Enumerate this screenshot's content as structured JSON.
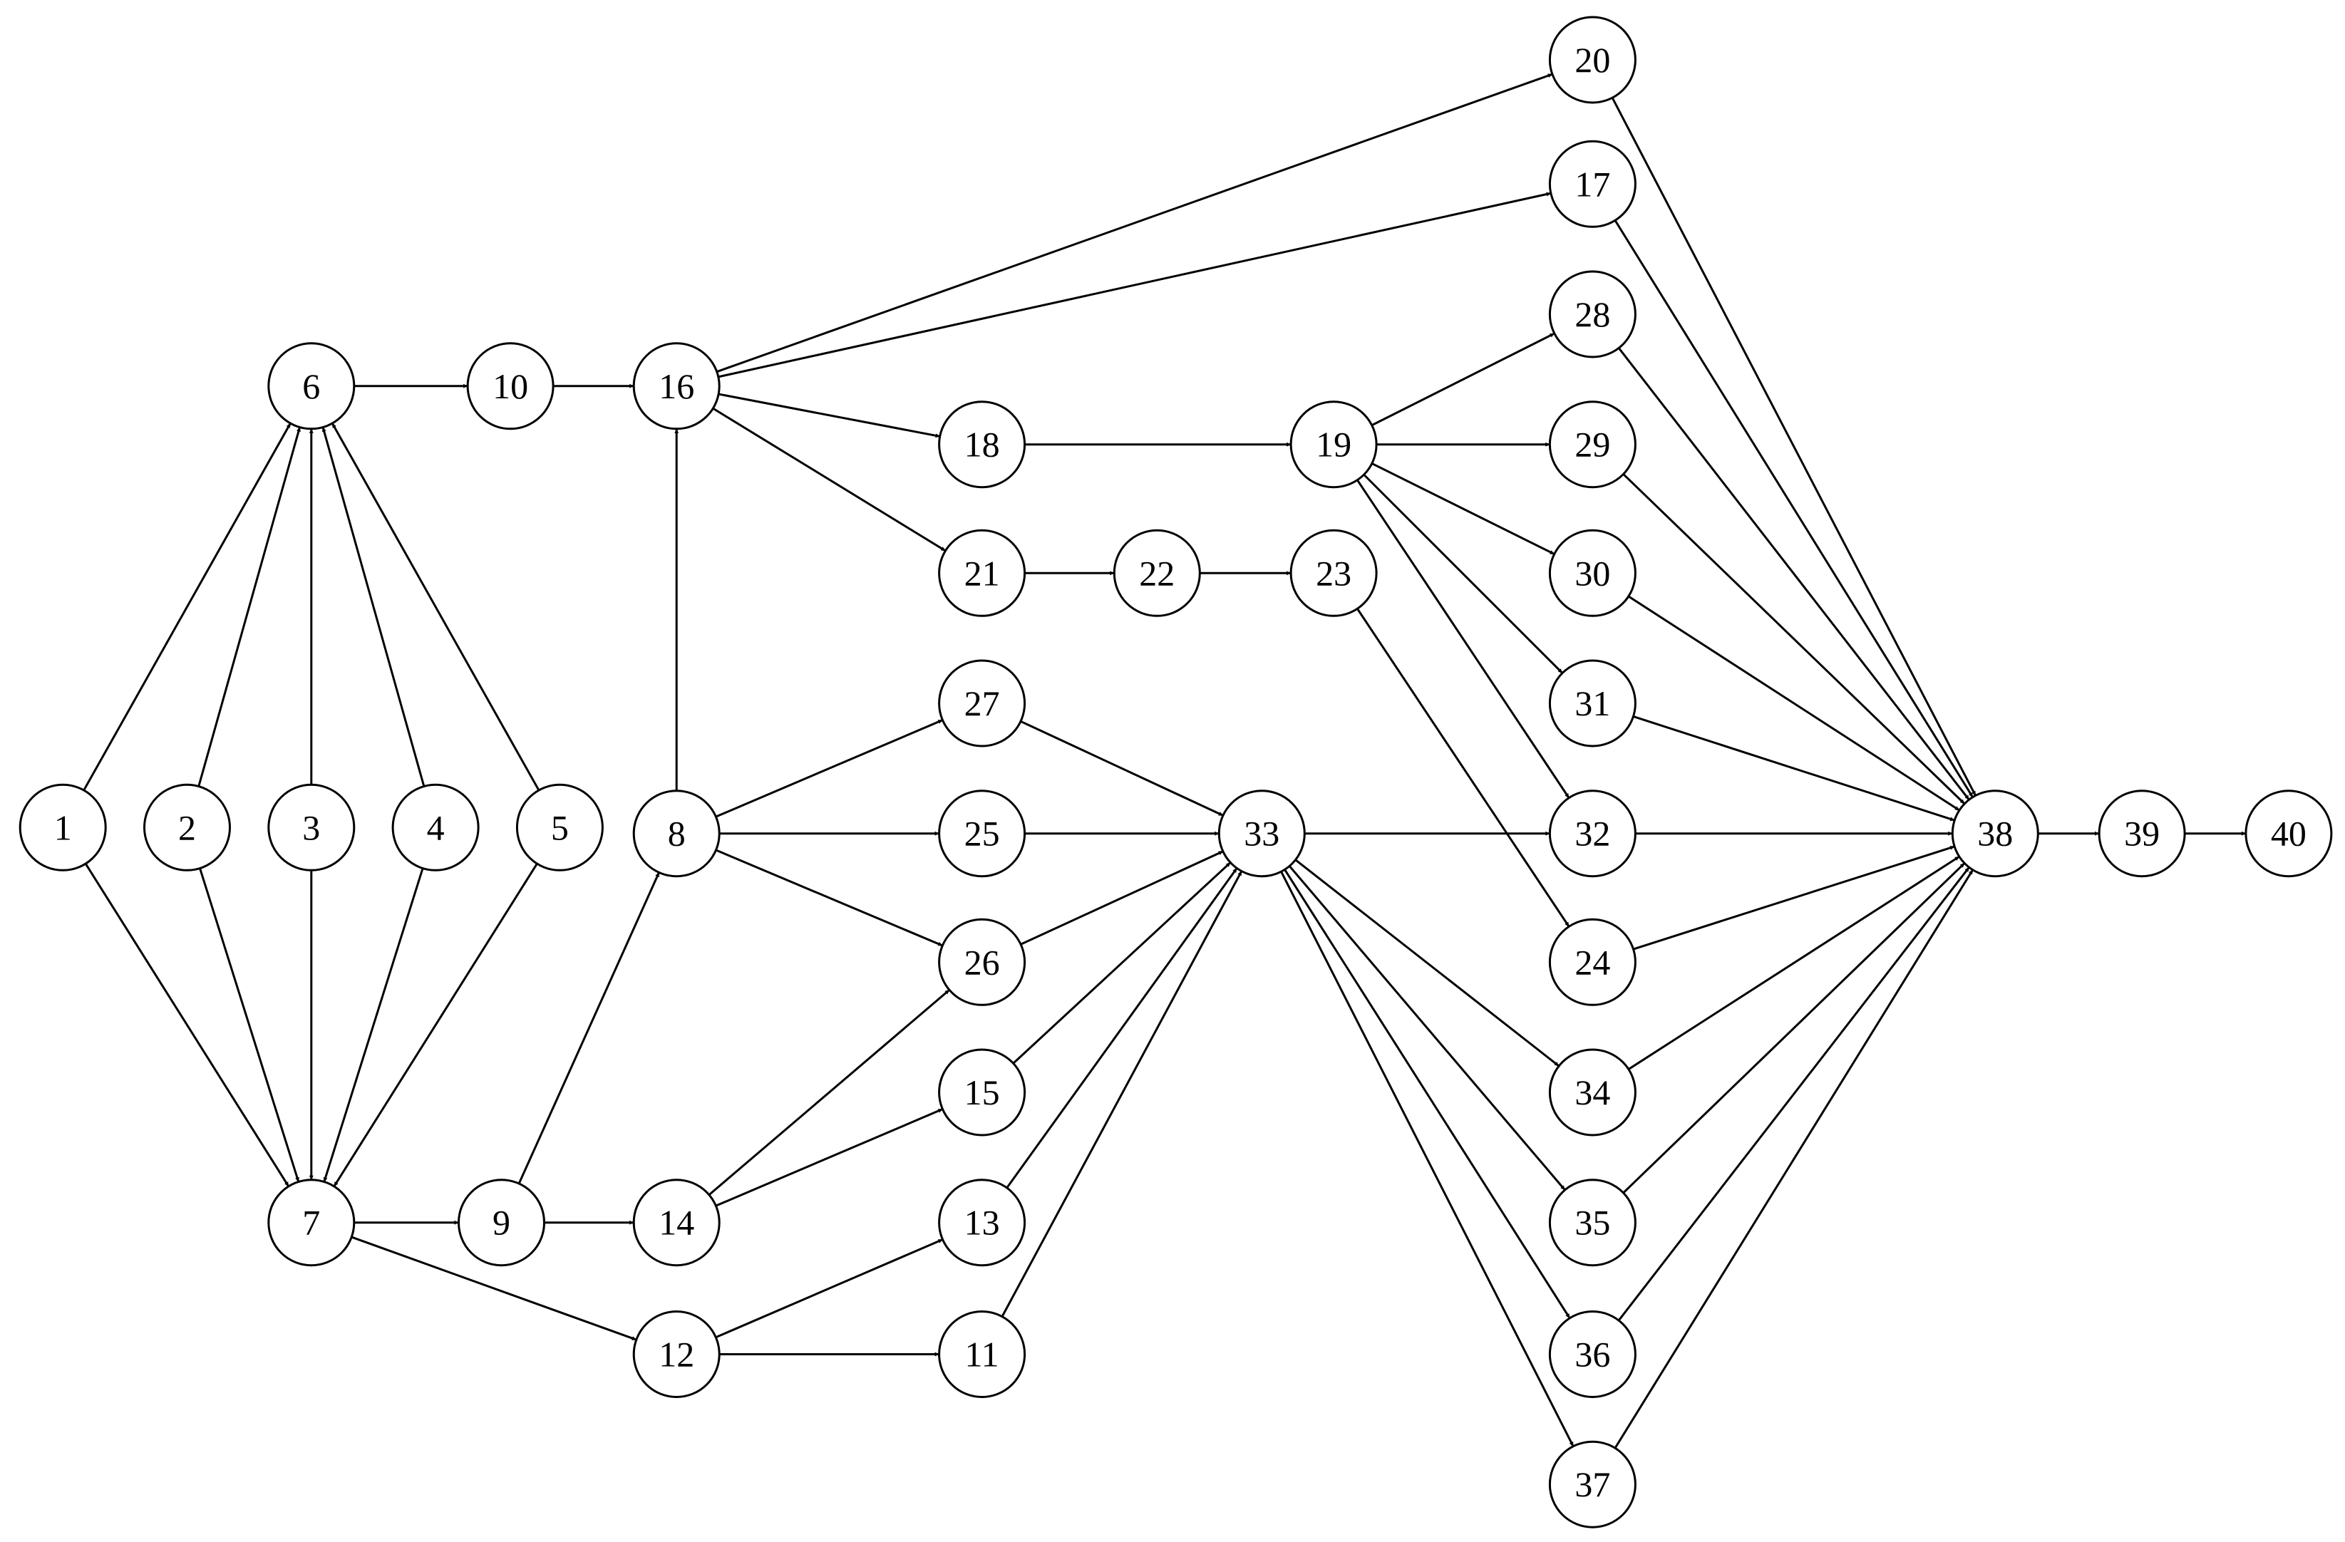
{
  "nodes": [
    "1",
    "2",
    "3",
    "4",
    "5",
    "6",
    "7",
    "8",
    "9",
    "10",
    "11",
    "12",
    "13",
    "14",
    "15",
    "16",
    "17",
    "18",
    "19",
    "20",
    "21",
    "22",
    "23",
    "24",
    "25",
    "26",
    "27",
    "28",
    "29",
    "30",
    "31",
    "32",
    "33",
    "34",
    "35",
    "36",
    "37",
    "38",
    "39",
    "40"
  ],
  "edges": [
    [
      "1",
      "6"
    ],
    [
      "2",
      "6"
    ],
    [
      "3",
      "6"
    ],
    [
      "4",
      "6"
    ],
    [
      "5",
      "6"
    ],
    [
      "1",
      "7"
    ],
    [
      "2",
      "7"
    ],
    [
      "3",
      "7"
    ],
    [
      "4",
      "7"
    ],
    [
      "5",
      "7"
    ],
    [
      "6",
      "10"
    ],
    [
      "10",
      "16"
    ],
    [
      "8",
      "16"
    ],
    [
      "7",
      "9"
    ],
    [
      "7",
      "12"
    ],
    [
      "9",
      "8"
    ],
    [
      "9",
      "14"
    ],
    [
      "16",
      "20"
    ],
    [
      "16",
      "17"
    ],
    [
      "16",
      "18"
    ],
    [
      "16",
      "21"
    ],
    [
      "18",
      "19"
    ],
    [
      "21",
      "22"
    ],
    [
      "22",
      "23"
    ],
    [
      "23",
      "24"
    ],
    [
      "19",
      "28"
    ],
    [
      "19",
      "29"
    ],
    [
      "19",
      "30"
    ],
    [
      "19",
      "31"
    ],
    [
      "19",
      "32"
    ],
    [
      "8",
      "27"
    ],
    [
      "8",
      "25"
    ],
    [
      "8",
      "26"
    ],
    [
      "14",
      "26"
    ],
    [
      "14",
      "15"
    ],
    [
      "12",
      "13"
    ],
    [
      "12",
      "11"
    ],
    [
      "27",
      "33"
    ],
    [
      "25",
      "33"
    ],
    [
      "26",
      "33"
    ],
    [
      "15",
      "33"
    ],
    [
      "13",
      "33"
    ],
    [
      "11",
      "33"
    ],
    [
      "33",
      "32"
    ],
    [
      "33",
      "34"
    ],
    [
      "33",
      "35"
    ],
    [
      "33",
      "36"
    ],
    [
      "33",
      "37"
    ],
    [
      "20",
      "38"
    ],
    [
      "17",
      "38"
    ],
    [
      "28",
      "38"
    ],
    [
      "29",
      "38"
    ],
    [
      "30",
      "38"
    ],
    [
      "31",
      "38"
    ],
    [
      "32",
      "38"
    ],
    [
      "24",
      "38"
    ],
    [
      "34",
      "38"
    ],
    [
      "35",
      "38"
    ],
    [
      "36",
      "38"
    ],
    [
      "37",
      "38"
    ],
    [
      "38",
      "39"
    ],
    [
      "39",
      "40"
    ]
  ]
}
